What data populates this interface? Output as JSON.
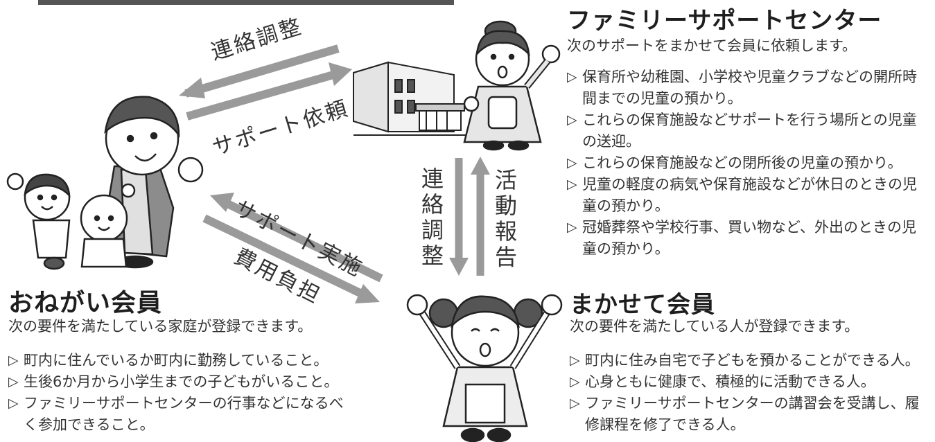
{
  "family_support_center": {
    "title": "ファミリーサポートセンター",
    "description": "次のサポートをまかせて会員に依頼します。",
    "items": [
      "保育所や幼稚園、小学校や児童クラブなどの開所時間までの児童の預かり。",
      "これらの保育施設などサポートを行う場所との児童の送迎。",
      "これらの保育施設などの閉所後の児童の預かり。",
      "児童の軽度の病気や保育施設などが休日のときの児童の預かり。",
      "冠婚葬祭や学校行事、買い物など、外出のときの児童の預かり。"
    ]
  },
  "onegai_member": {
    "title": "おねがい会員",
    "description": "次の要件を満たしている家庭が登録できます。",
    "items": [
      "町内に住んでいるか町内に勤務していること。",
      "生後6か月から小学生までの子どもがいること。",
      "ファミリーサポートセンターの行事などになるべく参加できること。"
    ]
  },
  "makasete_member": {
    "title": "まかせて会員",
    "description": "次の要件を満たしている人が登録できます。",
    "items": [
      "町内に住み自宅で子どもを預かることができる人。",
      "心身ともに健康で、積極的に活動できる人。",
      "ファミリーサポートセンターの講習会を受講し、履修課程を修了できる人。"
    ]
  },
  "arrows": {
    "liaison_top": "連絡調整",
    "support_request": "サポート依頼",
    "support_implementation": "サポート実施",
    "cost_burden": "費用負担",
    "liaison_vertical": "連絡調整",
    "activity_report": "活動報告"
  },
  "colors": {
    "arrow": "#9a9a9a",
    "text": "#333333",
    "title": "#1e1e1e"
  }
}
